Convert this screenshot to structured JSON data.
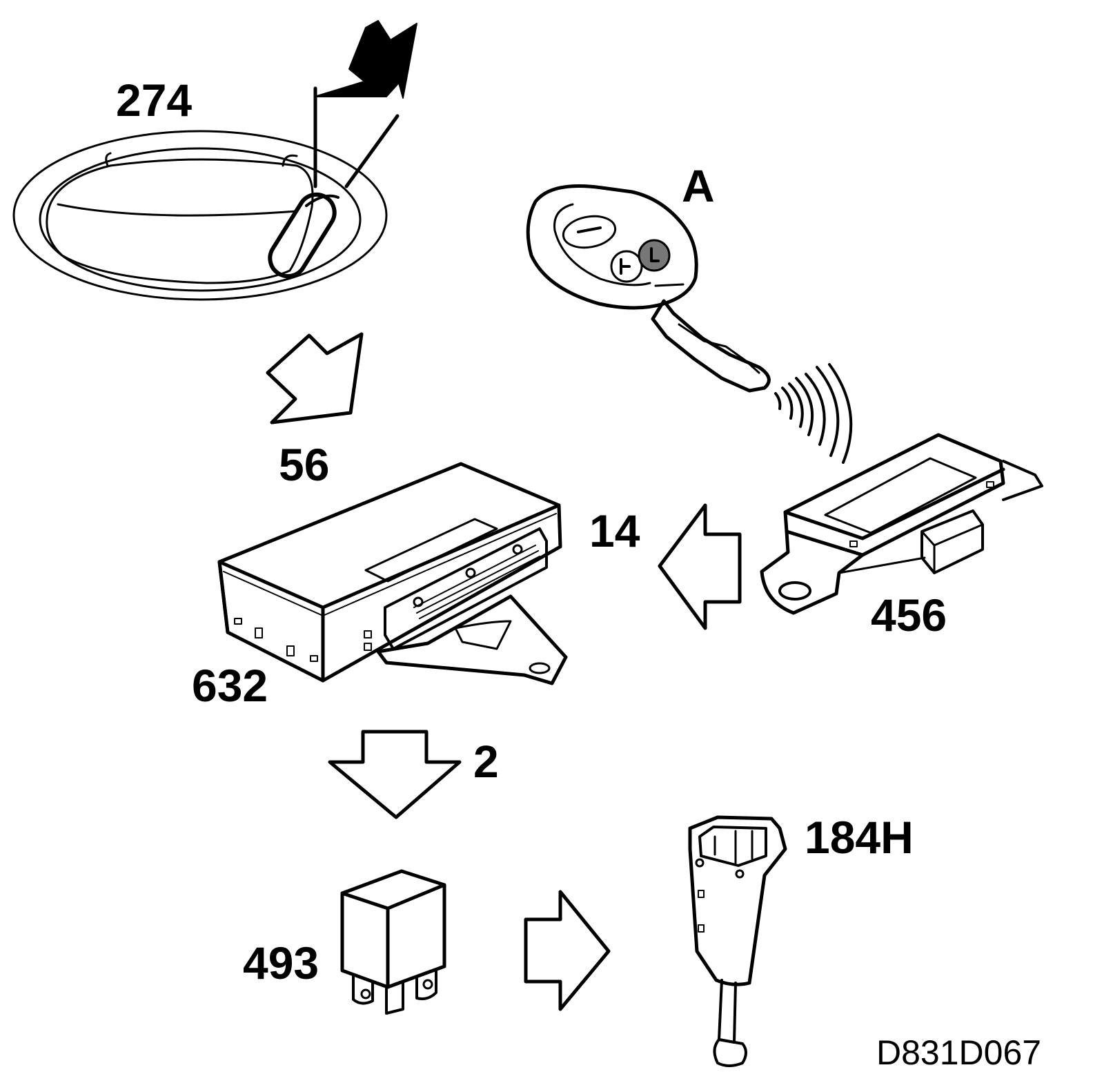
{
  "labels": {
    "handle": "274",
    "key": "A",
    "arrow_handle_to_module": "56",
    "module": "632",
    "arrow_receiver_to_module": "14",
    "receiver": "456",
    "arrow_module_to_relay": "2",
    "actuator": "184H",
    "relay": "493",
    "figure_code": "D831D067"
  },
  "colors": {
    "line": "#000000",
    "background": "#ffffff",
    "shade": "#777777"
  }
}
